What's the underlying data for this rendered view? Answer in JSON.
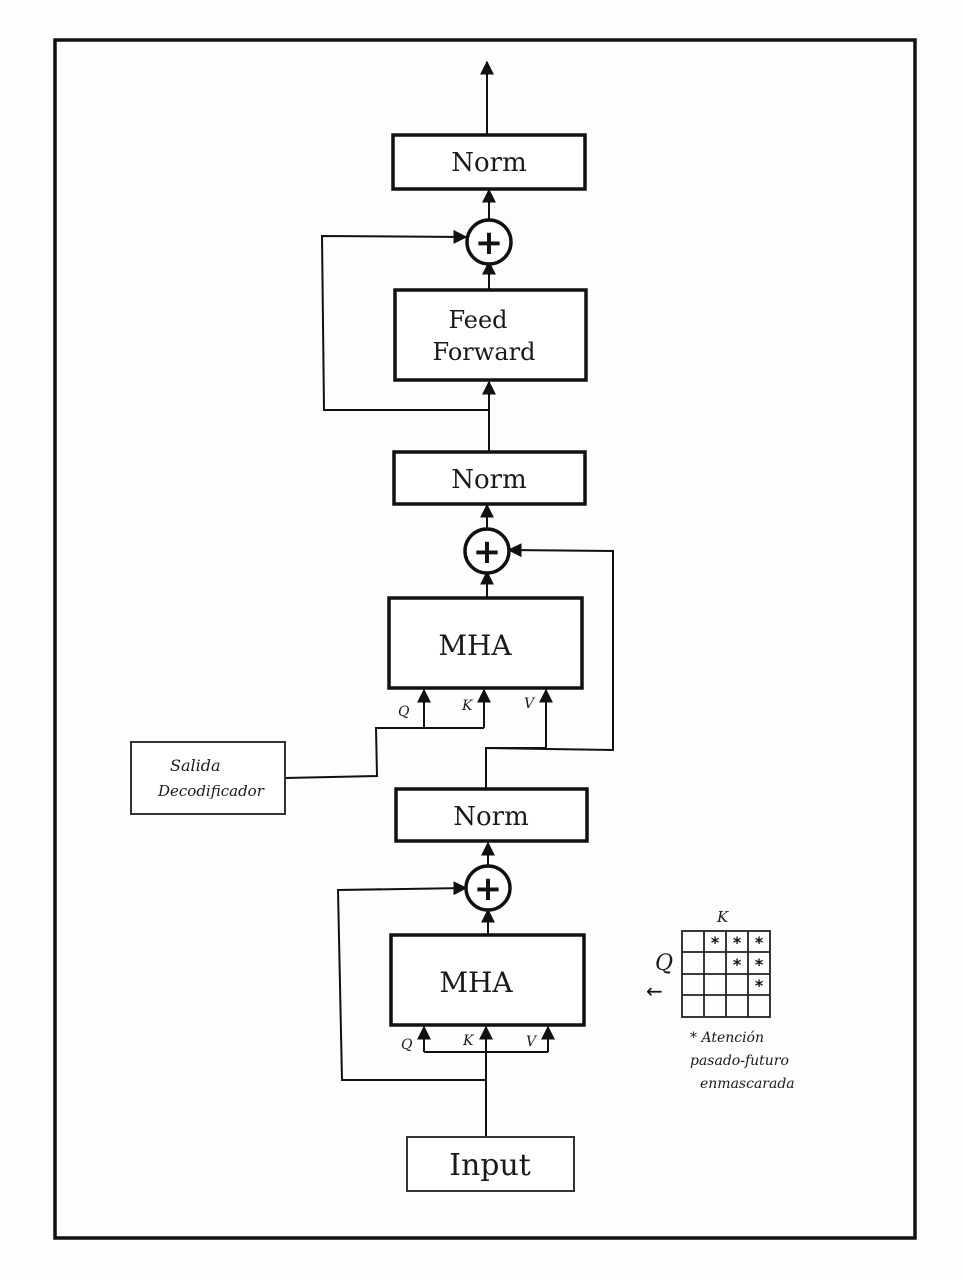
{
  "blocks": {
    "norm_top": "Norm",
    "ff_line1": "Feed",
    "ff_line2": "Forward",
    "norm_mid": "Norm",
    "mha_cross": "MHA",
    "norm_low": "Norm",
    "mha_self": "MHA",
    "input": "Input",
    "decoder_line1": "Salida",
    "decoder_line2": "Decodificador"
  },
  "ports": {
    "cross_q": "Q",
    "cross_k": "K",
    "cross_v": "V",
    "self_q": "Q",
    "self_k": "K",
    "self_v": "V"
  },
  "adders": {
    "symbol": "+"
  },
  "mask_legend": {
    "k_label": "K",
    "q_label": "Q",
    "arrow": "←",
    "star": "*",
    "note_line1": "* Atención",
    "note_line2": "pasado-futuro",
    "note_line3": "enmascarada"
  }
}
